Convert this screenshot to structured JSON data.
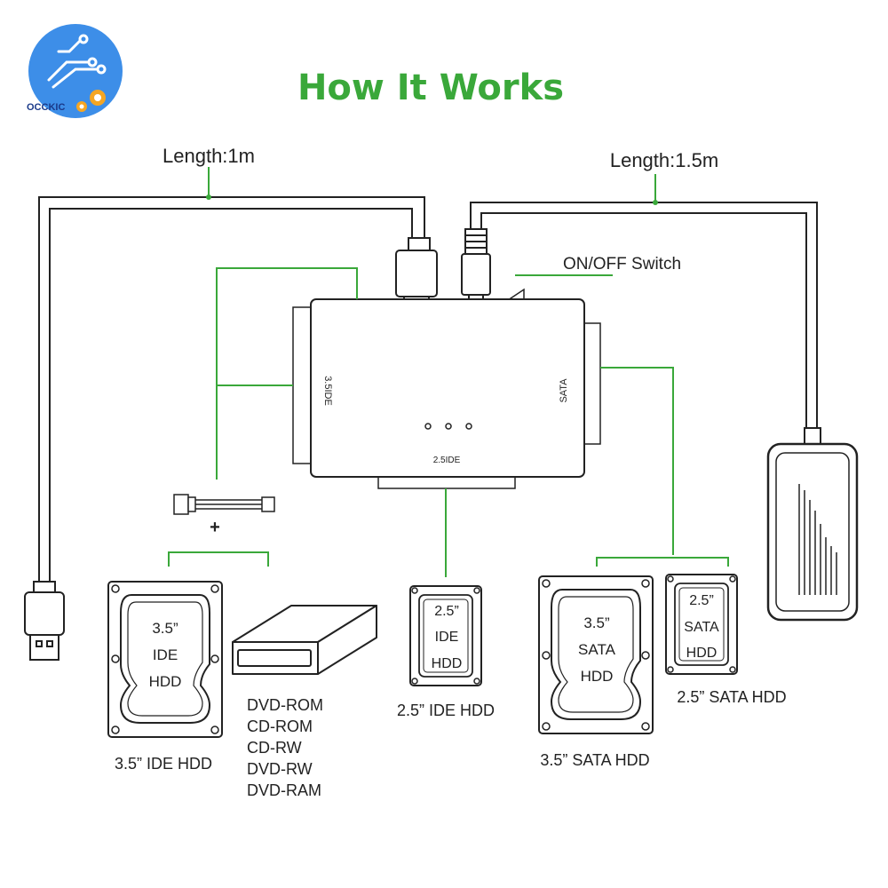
{
  "logo": {
    "text": "OCCKIC",
    "bg_color": "#3d8ee8",
    "gear_color": "#f5a623"
  },
  "title": "How It Works",
  "cables": {
    "usb_length": "Length:1m",
    "power_length": "Length:1.5m",
    "switch_label": "ON/OFF Switch"
  },
  "adapter": {
    "port_35ide": "3.5IDE",
    "port_sata": "SATA",
    "port_25ide": "2.5IDE"
  },
  "power_plus": "+",
  "devices": {
    "ide35": {
      "line1": "3.5”",
      "line2": "IDE",
      "line3": "HDD",
      "caption": "3.5”  IDE HDD"
    },
    "optical": {
      "types": [
        "DVD-ROM",
        "CD-ROM",
        "CD-RW",
        "DVD-RW",
        "DVD-RAM"
      ]
    },
    "ide25": {
      "line1": "2.5”",
      "line2": "IDE",
      "line3": "HDD",
      "caption": "2.5”  IDE HDD"
    },
    "sata35": {
      "line1": "3.5”",
      "line2": "SATA",
      "line3": "HDD",
      "caption": "3.5”  SATA HDD"
    },
    "sata25": {
      "line1": "2.5”",
      "line2": "SATA",
      "line3": "HDD",
      "caption": "2.5”  SATA HDD"
    }
  },
  "colors": {
    "title": "#3aa83a",
    "connector_lines": "#3aa83a",
    "outline": "#222222"
  }
}
